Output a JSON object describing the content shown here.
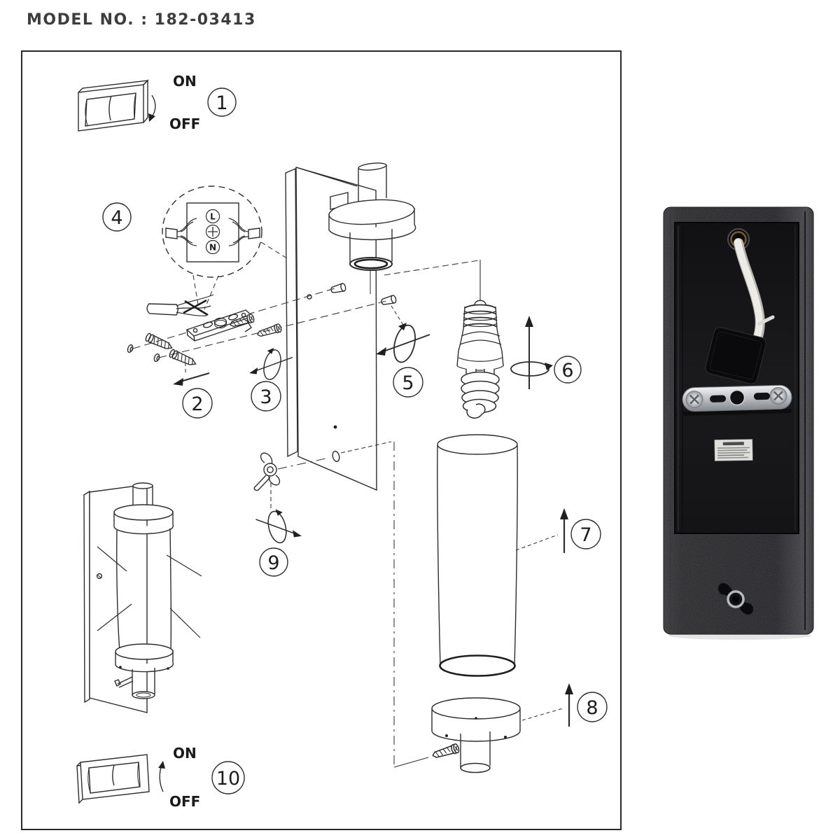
{
  "page": {
    "model_label": "MODEL NO. : 182-03413"
  },
  "diagram": {
    "steps": [
      "1",
      "2",
      "3",
      "4",
      "5",
      "6",
      "7",
      "8",
      "9",
      "10"
    ],
    "switch_step1": {
      "on": "ON",
      "off": "OFF"
    },
    "switch_step10": {
      "on": "ON",
      "off": "OFF"
    },
    "terminals": {
      "live": "L",
      "neutral": "N"
    }
  },
  "colors": {
    "line_art": "#2d2d2d",
    "photo_plate": "#232327",
    "photo_recess": "#17171a",
    "bracket_metal": "#c9ccd1",
    "wire_sleeve": "#ece9e4",
    "wire_tip_orange": "#d08a1e",
    "label_paper": "#dfdfdc"
  }
}
